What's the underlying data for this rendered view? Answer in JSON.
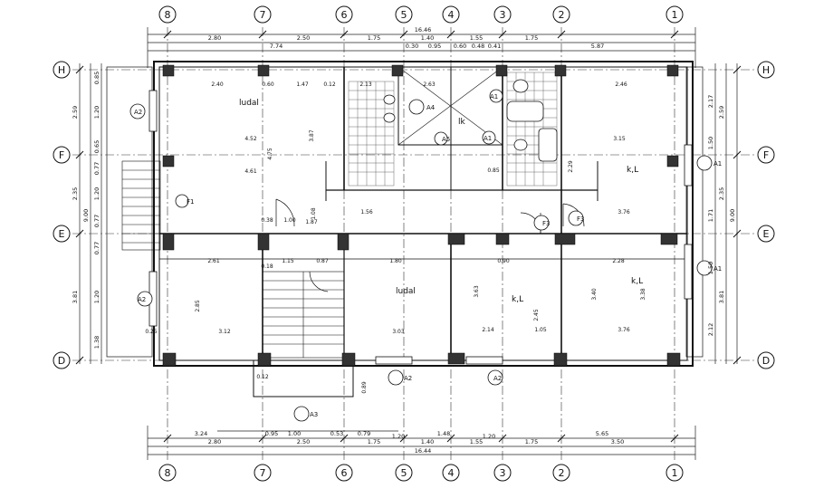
{
  "grid": {
    "columns": [
      "8",
      "7",
      "6",
      "5",
      "4",
      "3",
      "2",
      "1"
    ],
    "rows": [
      "H",
      "F",
      "E",
      "D"
    ]
  },
  "rooms": [
    {
      "id": "r1",
      "label": "ludal"
    },
    {
      "id": "r2",
      "label": "lk"
    },
    {
      "id": "r3",
      "label": "k,L"
    },
    {
      "id": "r4",
      "label": "ludal"
    },
    {
      "id": "r5",
      "label": "k,L"
    },
    {
      "id": "r6",
      "label": "k,L"
    }
  ],
  "tags": [
    "A4",
    "A5",
    "F3",
    "F3",
    "A1",
    "A1",
    "A2",
    "A2",
    "A2",
    "A3",
    "A2",
    "F1",
    "A1",
    "A1"
  ],
  "dims": {
    "top_total": "16.46",
    "top_row1": [
      "2.80",
      "2.50",
      "1.75",
      "1.40",
      "1.55",
      "1.75"
    ],
    "top_row2": [
      "7.74",
      "0.30",
      "0.95",
      "0.60",
      "0.48",
      "0.41",
      "5.87"
    ],
    "bottom_total": "16.44",
    "bottom_row1": [
      "2.80",
      "2.50",
      "1.75",
      "1.40",
      "1.55",
      "1.75",
      "3.50"
    ],
    "bottom_row2": [
      "3.24",
      "1.20",
      "1.48",
      "1.20",
      "5.65"
    ],
    "bottom_row3": [
      "0.95",
      "1.00",
      "0.53",
      "0.79"
    ],
    "left_outer": [
      "2.59",
      "2.35",
      "3.81"
    ],
    "left_total": "9.00",
    "left_inner": [
      "0.85",
      "1.20",
      "0.65",
      "0.77",
      "1.20",
      "0.77",
      "0.77",
      "1.20",
      "1.38"
    ],
    "right_outer": [
      "2.59",
      "2.35",
      "3.81"
    ],
    "right_total": "9.00",
    "right_inner": [
      "2.17",
      "1.50",
      "1.71",
      "2.12",
      "1.50"
    ],
    "interior": [
      "2.40",
      "0.60",
      "1.47",
      "0.12",
      "2.13",
      "2.63",
      "2.46",
      "4.52",
      "4.75",
      "3.87",
      "3.15",
      "2.29",
      "4.61",
      "1.87",
      "1.56",
      "3.76",
      "2.61",
      "1.15",
      "0.87",
      "1.80",
      "2.28",
      "3.63",
      "3.40",
      "3.38",
      "2.85",
      "3.12",
      "3.03",
      "2.14",
      "1.05",
      "3.76",
      "2.45",
      "0.89",
      "0.38",
      "1.00",
      "1.08",
      "0.85",
      "0.90",
      "0.25",
      "0.12",
      "0.18"
    ]
  }
}
